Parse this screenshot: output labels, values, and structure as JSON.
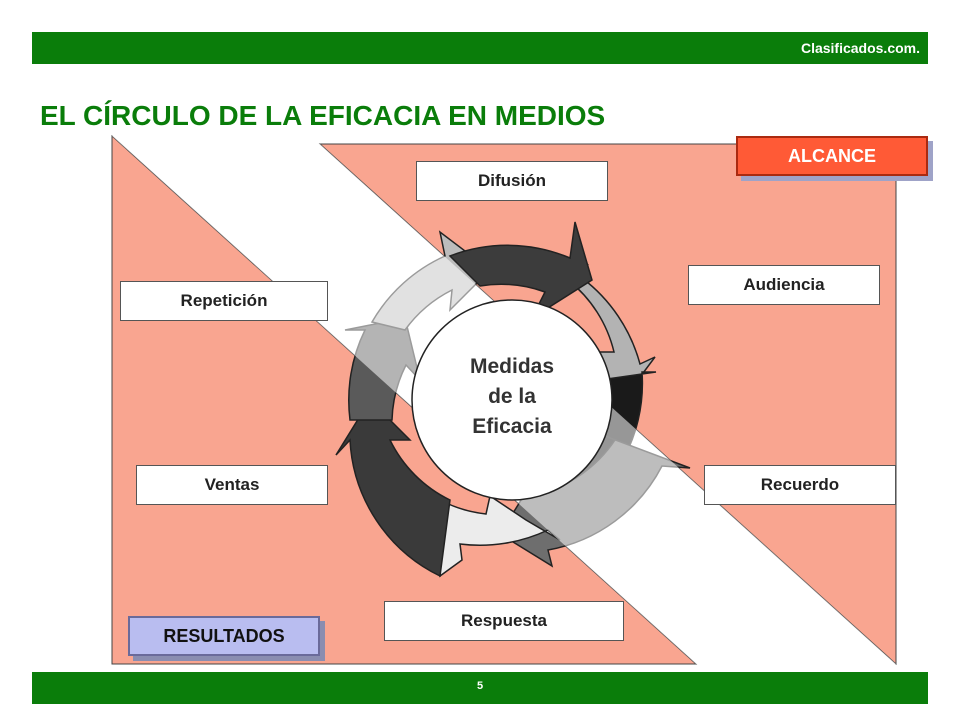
{
  "header": {
    "brand": "Clasificados.com."
  },
  "footer": {
    "page_number": "5"
  },
  "title": "EL CÍRCULO DE LA EFICACIA EN MEDIOS",
  "diagram": {
    "center_lines": [
      "Medidas",
      "de la",
      "Eficacia"
    ],
    "stages": [
      "Difusión",
      "Audiencia",
      "Recuerdo",
      "Respuesta",
      "Ventas",
      "Repetición"
    ],
    "zones": {
      "reach": "ALCANCE",
      "results": "RESULTADOS"
    },
    "colors": {
      "zone_fill": "#f9a590",
      "accent": "#0a7d0a",
      "reach_tag": "#ff5a36",
      "results_tag": "#b9bdf0"
    }
  }
}
